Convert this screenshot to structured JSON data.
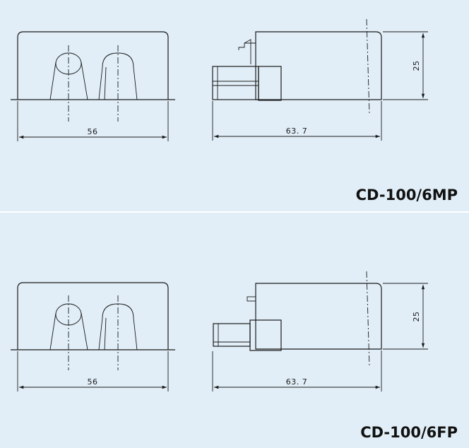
{
  "panels": [
    {
      "model": "CD-100/6MP",
      "front_width_label": "56",
      "side_length_label": "63. 7",
      "side_height_label": "25"
    },
    {
      "model": "CD-100/6FP",
      "front_width_label": "56",
      "side_length_label": "63. 7",
      "side_height_label": "25"
    }
  ],
  "colors": {
    "background": "#e1eef7",
    "line": "#1a1a1a",
    "divider": "#ffffff"
  }
}
